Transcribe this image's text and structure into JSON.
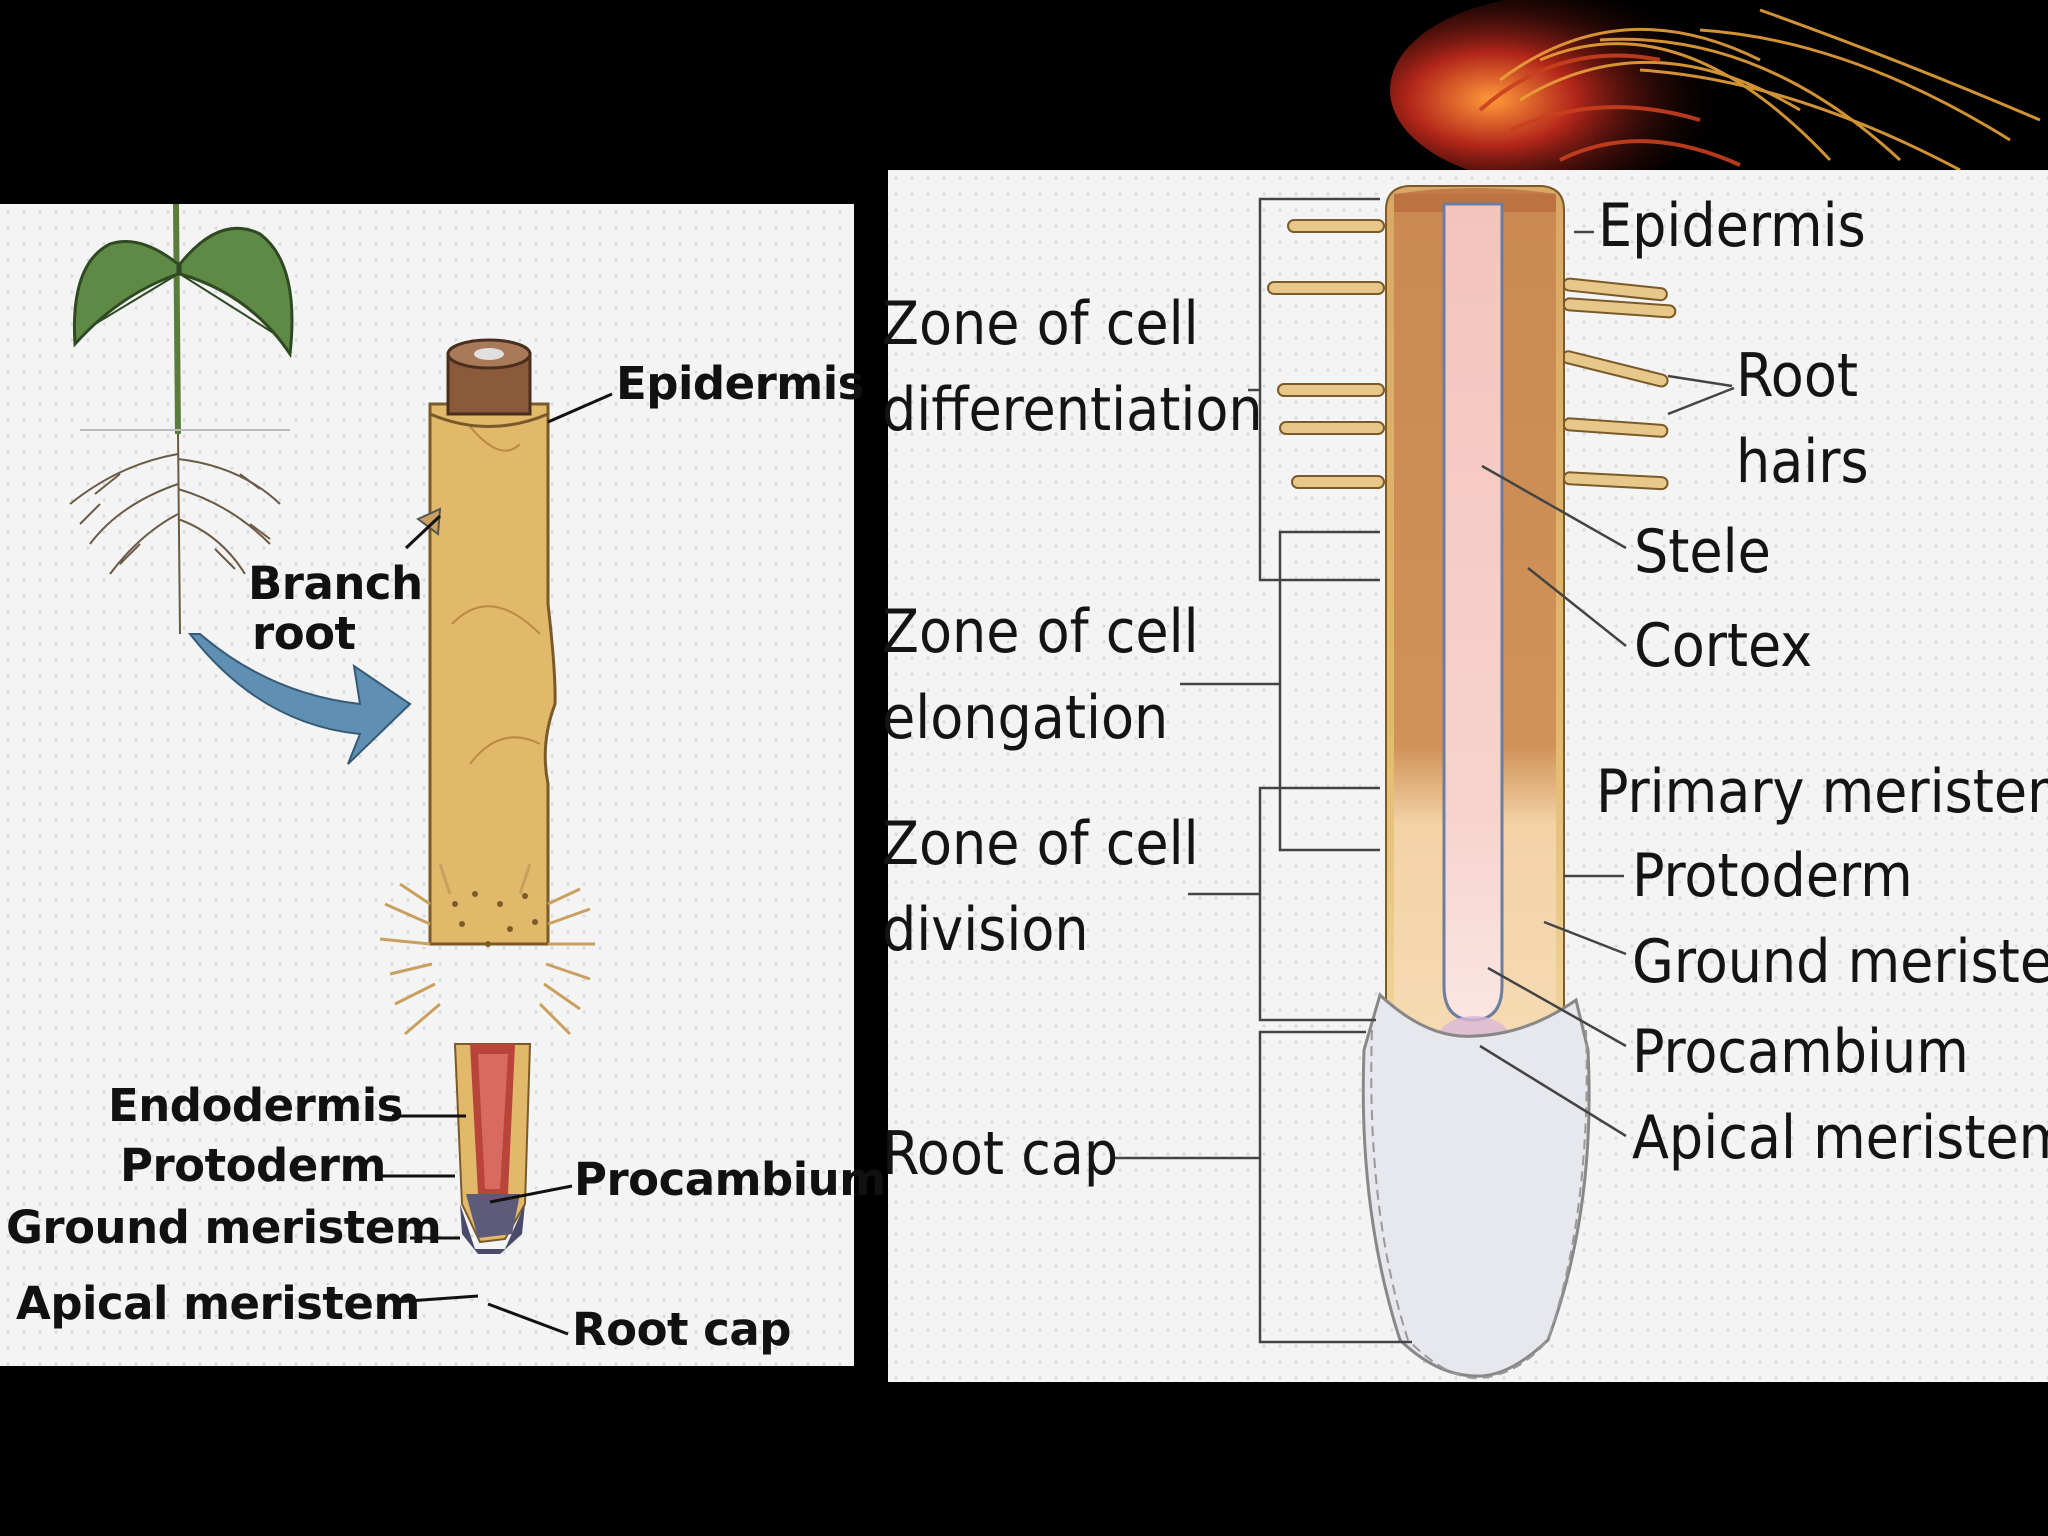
{
  "left_diagram": {
    "labels": {
      "epidermis": "Epidermis",
      "branch_root_line1": "Branch",
      "branch_root_line2": "root",
      "endodermis": "Endodermis",
      "protoderm": "Protoderm",
      "ground_meristem": "Ground meristem",
      "apical_meristem": "Apical meristem",
      "procambium": "Procambium",
      "root_cap": "Root cap"
    }
  },
  "right_diagram": {
    "zones": {
      "differentiation_line1": "Zone of cell",
      "differentiation_line2": "differentiation",
      "elongation_line1": "Zone of cell",
      "elongation_line2": "elongation",
      "division_line1": "Zone of cell",
      "division_line2": "division",
      "root_cap": "Root cap"
    },
    "labels": {
      "epidermis": "Epidermis",
      "root_hairs_line1": "Root",
      "root_hairs_line2": "hairs",
      "stele": "Stele",
      "cortex": "Cortex",
      "primary_meristems": "Primary meristems:",
      "protoderm": "Protoderm",
      "ground_meristem": "Ground meristem",
      "procambium": "Procambium",
      "apical_meristem": "Apical meristem"
    }
  },
  "colors": {
    "background": "#000000",
    "root_tan": "#e2b96b",
    "cortex_brown": "#c98a52",
    "stele_pink": "#f3c4bd",
    "procambium_red": "#b8443a",
    "root_cap_gray": "#e7e7ee",
    "arrow_blue": "#5f8fb3"
  }
}
